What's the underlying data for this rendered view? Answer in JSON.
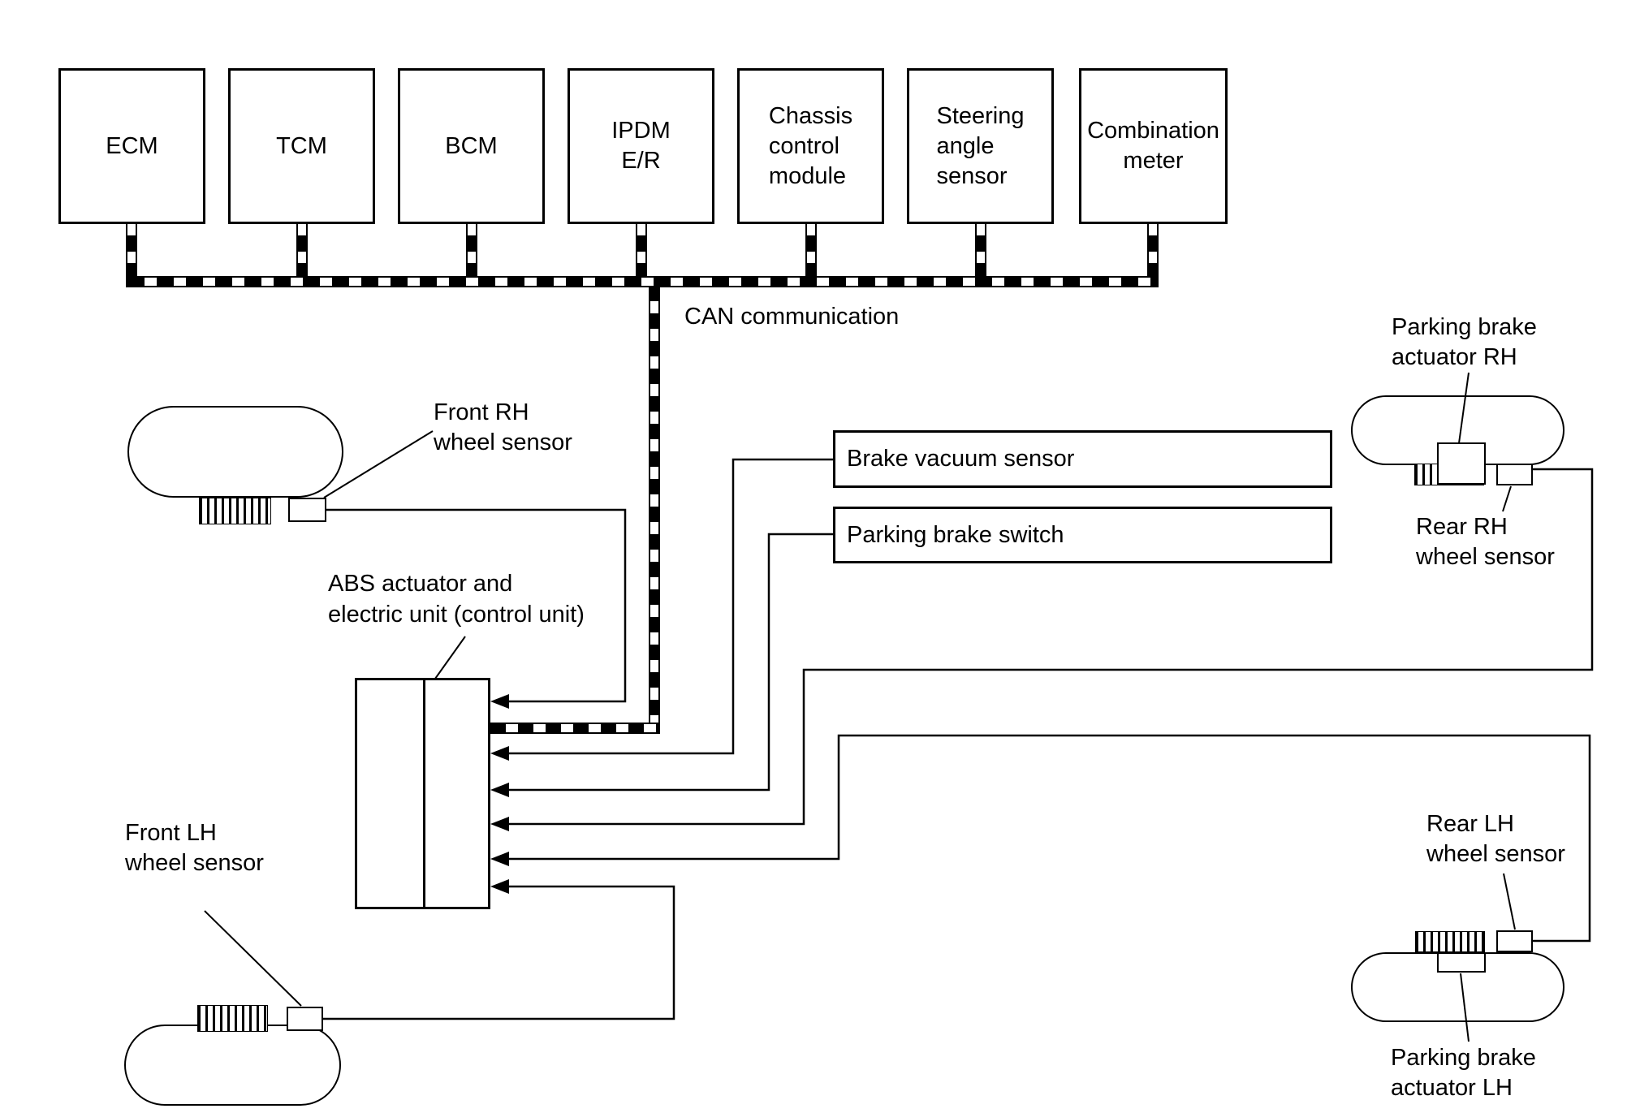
{
  "modules": [
    {
      "id": "ecm",
      "label": "ECM"
    },
    {
      "id": "tcm",
      "label": "TCM"
    },
    {
      "id": "bcm",
      "label": "BCM"
    },
    {
      "id": "ipdm-er",
      "label": "IPDM\nE/R"
    },
    {
      "id": "chassis-control-module",
      "label": "Chassis\ncontrol\nmodule"
    },
    {
      "id": "steering-angle-sensor",
      "label": "Steering\nangle\nsensor"
    },
    {
      "id": "combination-meter",
      "label": "Combination\nmeter"
    }
  ],
  "can_bus": {
    "label": "CAN communication"
  },
  "abs_unit": {
    "label": "ABS actuator and\nelectric unit (control unit)"
  },
  "component_boxes": [
    {
      "id": "brake-vacuum-sensor",
      "label": "Brake vacuum sensor"
    },
    {
      "id": "parking-brake-switch",
      "label": "Parking brake switch"
    }
  ],
  "wheel_labels": {
    "front_rh": "Front RH\nwheel sensor",
    "front_lh": "Front LH\nwheel sensor",
    "rear_rh": "Rear RH\nwheel sensor",
    "rear_lh": "Rear LH\nwheel sensor",
    "parking_actuator_rh": "Parking brake\nactuator RH",
    "parking_actuator_lh": "Parking brake\nactuator LH"
  },
  "colors": {
    "line": "#000000",
    "background": "#ffffff"
  }
}
